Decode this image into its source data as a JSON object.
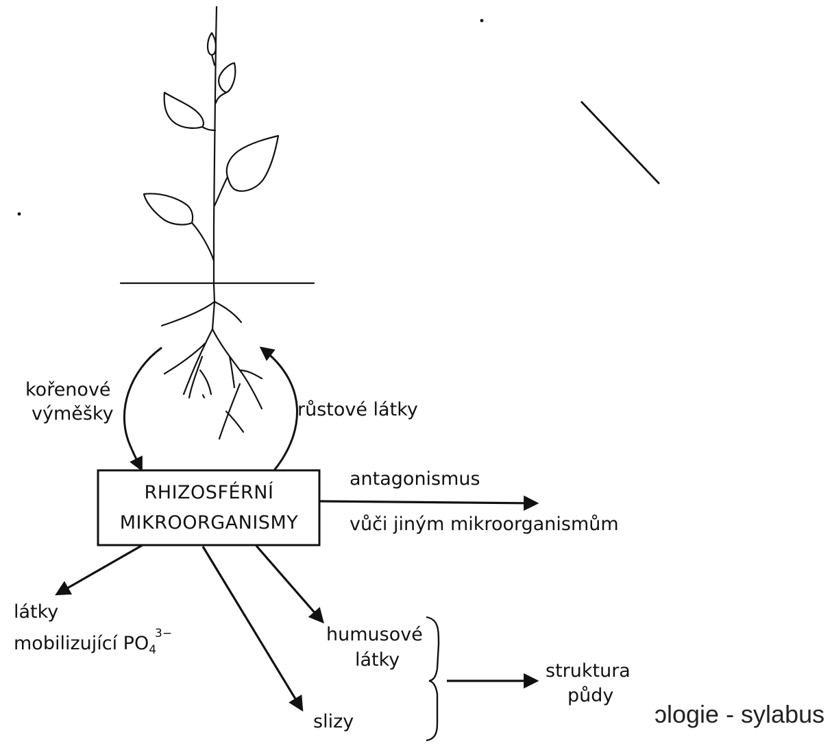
{
  "diagram": {
    "center_box": {
      "line1": "RHIZOSFÉRNÍ",
      "line2": "MIKROORGANISMY"
    },
    "root_exudates": {
      "line1": "kořenové",
      "line2": "výměšky"
    },
    "growth_substances": "růstové látky",
    "antagonism": {
      "line1": "antagonismus",
      "line2": "vůči jiným mikroorganismům"
    },
    "phosphate": {
      "line1": "látky",
      "line2_prefix": "mobilizující PO",
      "subscript": "4",
      "superscript": "3−"
    },
    "humus": {
      "line1": "humusové",
      "line2": "látky"
    },
    "mucus": "slizy",
    "soil_structure": {
      "line1": "struktura",
      "line2": "půdy"
    }
  },
  "footer": {
    "text": "ɔlogie - sylabus"
  }
}
